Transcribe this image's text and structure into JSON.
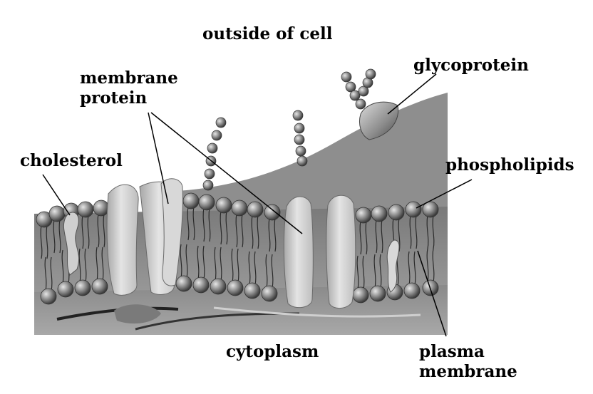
{
  "labels": {
    "outside": "outside of cell",
    "glycoprotein": "glycoprotein",
    "membrane_protein_line1": "membrane",
    "membrane_protein_line2": "protein",
    "cholesterol": "cholesterol",
    "phospholipids": "phospholipids",
    "cytoplasm": "cytoplasm",
    "plasma_membrane_line1": "plasma",
    "plasma_membrane_line2": "membrane"
  },
  "colors": {
    "membrane_face": "#8a8a8a",
    "membrane_dark": "#5f5f5f",
    "outer_surface": "#8c8c8c",
    "protein": "#d4d4d4",
    "head": "#9a9a9a",
    "leader_line": "#000000"
  }
}
